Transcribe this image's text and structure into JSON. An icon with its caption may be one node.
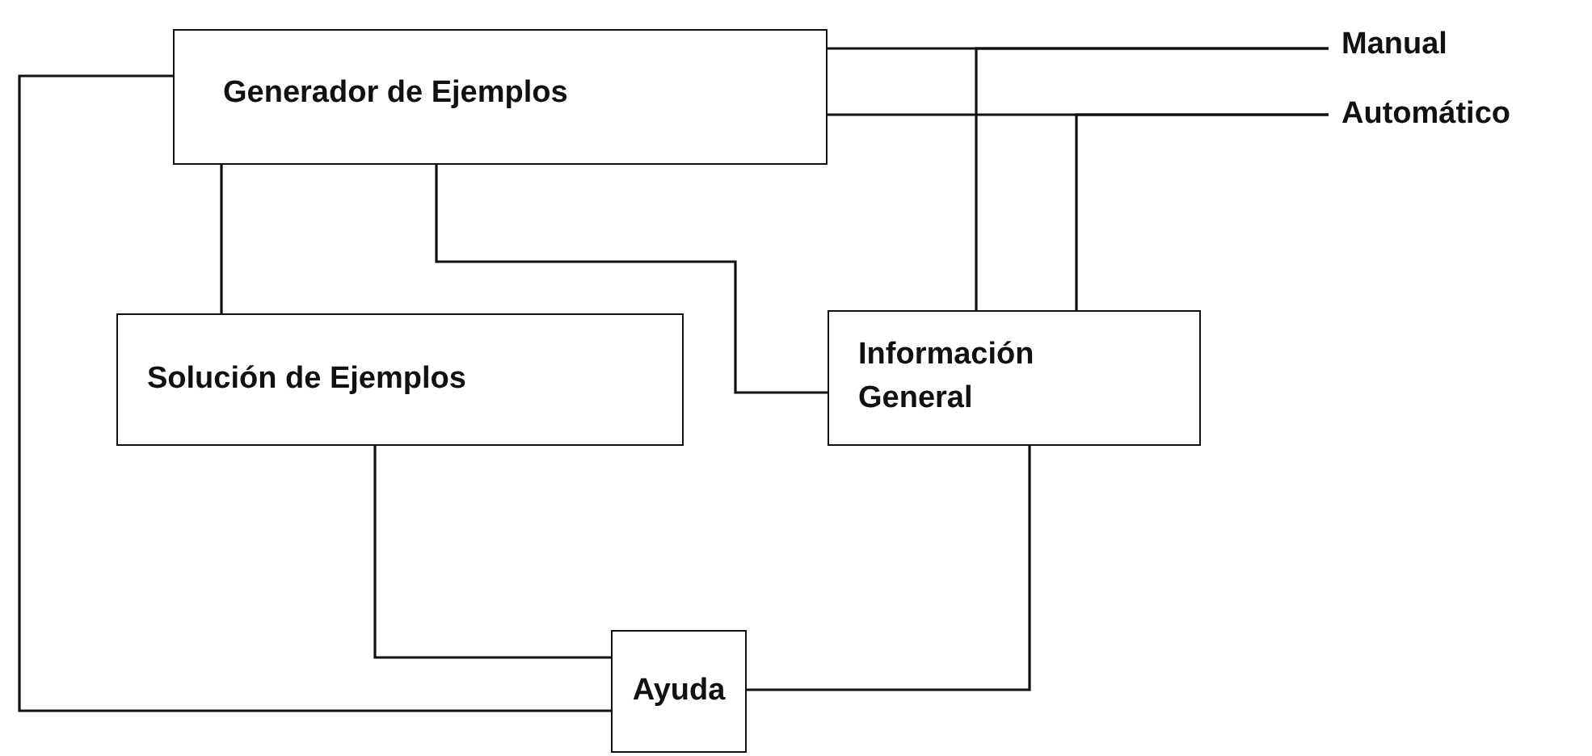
{
  "diagram": {
    "nodes": [
      {
        "text": [
          "Generador de Ejemplos"
        ]
      },
      {
        "text": [
          "Solución de Ejemplos"
        ]
      },
      {
        "text": [
          "Información General"
        ]
      },
      {
        "text": [
          "Ayuda"
        ]
      },
      {
        "text": [
          "Manual"
        ]
      },
      {
        "text": [
          "Automático"
        ]
      }
    ],
    "edges": [
      {
        "from": 0,
        "to": 4,
        "arrow": "none"
      },
      {
        "from": 0,
        "to": 5,
        "arrow": "none"
      },
      {
        "from": 2,
        "to": 4,
        "arrow": "none"
      },
      {
        "from": 2,
        "to": 5,
        "arrow": "none"
      },
      {
        "from": 0,
        "to": 1,
        "arrow": "none"
      },
      {
        "from": 0,
        "to": 2,
        "arrow": "none"
      },
      {
        "from": 0,
        "to": 3,
        "arrow": "none"
      },
      {
        "from": 1,
        "to": 3,
        "arrow": "none"
      },
      {
        "from": 2,
        "to": 3,
        "arrow": "none"
      }
    ]
  }
}
